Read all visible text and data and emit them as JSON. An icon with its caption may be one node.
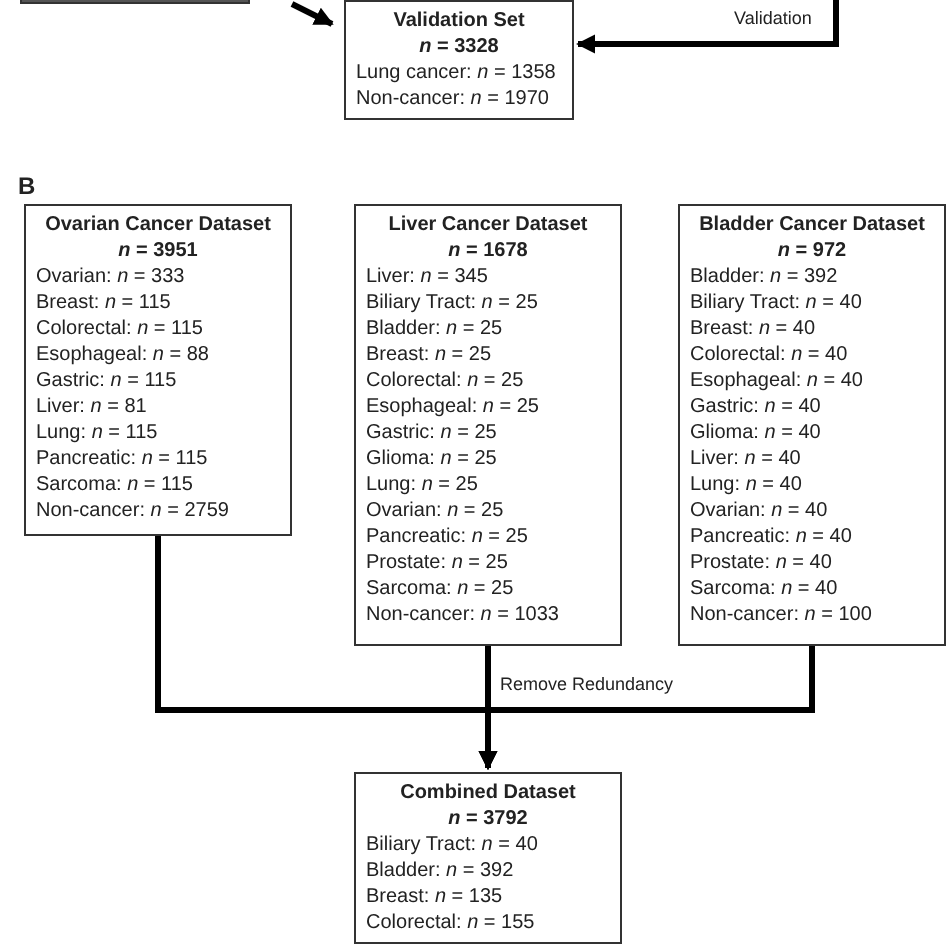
{
  "diagram": {
    "nodes": [
      {
        "text": [],
        "shape": "box"
      },
      {
        "text": [
          "Validation Set",
          "*n* = 3328",
          "Lung cancer: *n* = 1358",
          "Non-cancer: *n* = 1970"
        ]
      },
      {
        "text": [
          "Ovarian Cancer Dataset",
          "*n* = 3951",
          "Ovarian: *n* = 333",
          "Breast: *n* = 115",
          "Colorectal: *n* = 115",
          "Esophageal: *n* = 88",
          "Gastric: *n* = 115",
          "Liver: *n* = 81",
          "Lung: *n* = 115",
          "Pancreatic: *n* = 115",
          "Sarcoma: *n* = 115",
          "Non-cancer: *n* = 2759"
        ]
      },
      {
        "text": [
          "Liver Cancer Dataset",
          "*n* = 1678",
          "Liver: *n* = 345",
          "Biliary Tract: *n* = 25",
          "Bladder: *n* = 25",
          "Breast: *n* = 25",
          "Colorectal: *n* = 25",
          "Esophageal: *n* = 25",
          "Gastric: *n* = 25",
          "Glioma: *n* = 25",
          "Lung: *n* = 25",
          "Ovarian: *n* = 25",
          "Pancreatic: *n* = 25",
          "Prostate: *n* = 25",
          "Sarcoma: *n* = 25",
          "Non-cancer: *n* = 1033"
        ]
      },
      {
        "text": [
          "Bladder Cancer Dataset",
          "*n* = 972",
          "Bladder: *n* = 392",
          "Biliary Tract: *n* = 40",
          "Breast: *n* = 40",
          "Colorectal: *n* = 40",
          "Esophageal: *n* = 40",
          "Gastric: *n* = 40",
          "Glioma: *n* = 40",
          "Liver: *n* = 40",
          "Lung: *n* = 40",
          "Ovarian: *n* = 40",
          "Pancreatic: *n* = 40",
          "Prostate: *n* = 40",
          "Sarcoma: *n* = 40",
          "Non-cancer: *n* = 100"
        ]
      },
      {
        "text": [
          "Combined Dataset",
          "*n* = 3792",
          "Biliary Tract: *n* = 40",
          "Bladder: *n* = 392",
          "Breast: *n* = 135",
          "Colorectal: *n* = 155"
        ]
      }
    ],
    "edges": [
      {
        "from": 0,
        "to": 1,
        "arrow": "to"
      },
      {
        "from": null,
        "to": 1,
        "arrow": "to",
        "label": "Validation"
      },
      {
        "from": 2,
        "to": 5,
        "arrow": "to"
      },
      {
        "from": 3,
        "to": 5,
        "arrow": "to",
        "label": "Remove Redundancy"
      },
      {
        "from": 4,
        "to": 5,
        "arrow": "to"
      }
    ],
    "labels": [
      "B"
    ]
  }
}
